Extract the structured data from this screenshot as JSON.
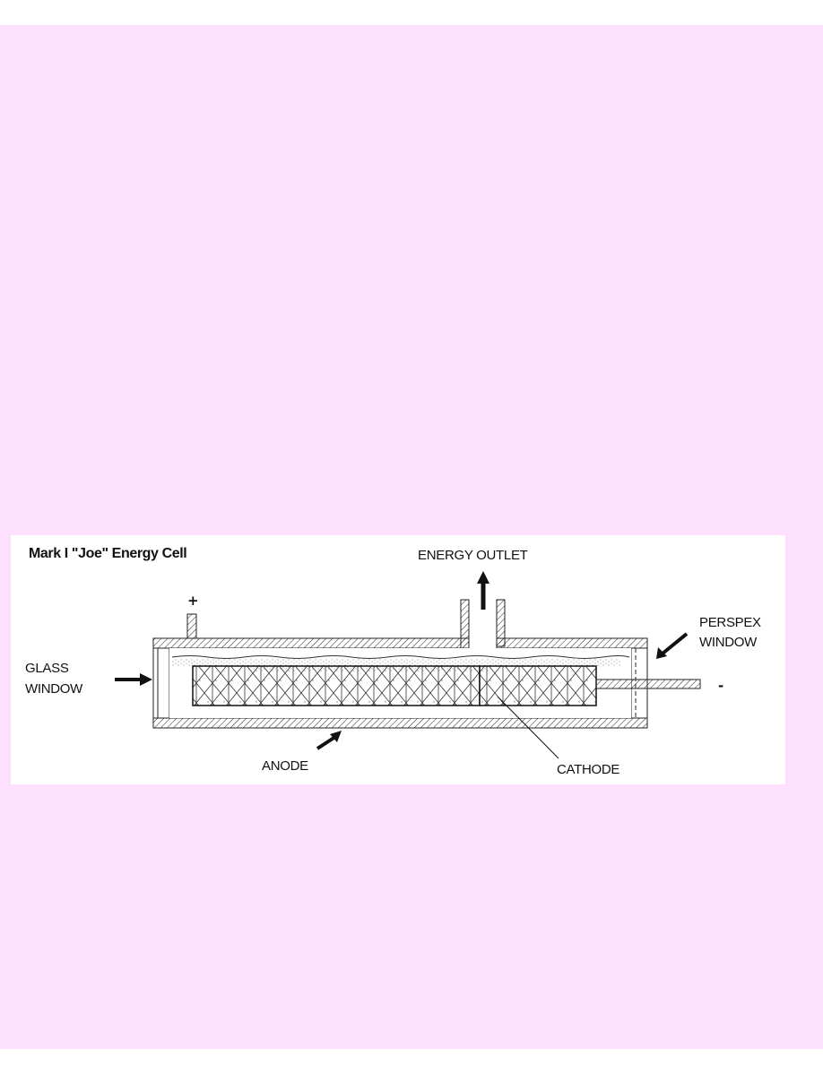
{
  "page": {
    "background_color": "#fde0fd",
    "top_strip_color": "#ffffff"
  },
  "diagram": {
    "title": "Mark I \"Joe\" Energy Cell",
    "labels": {
      "energy_outlet": "ENERGY OUTLET",
      "perspex_window_line1": "PERSPEX",
      "perspex_window_line2": "WINDOW",
      "glass_window_line1": "GLASS",
      "glass_window_line2": "WINDOW",
      "anode": "ANODE",
      "cathode": "CATHODE",
      "positive_terminal": "+",
      "negative_terminal": "-"
    },
    "colors": {
      "ink": "#111111",
      "panel": "#ffffff"
    }
  }
}
